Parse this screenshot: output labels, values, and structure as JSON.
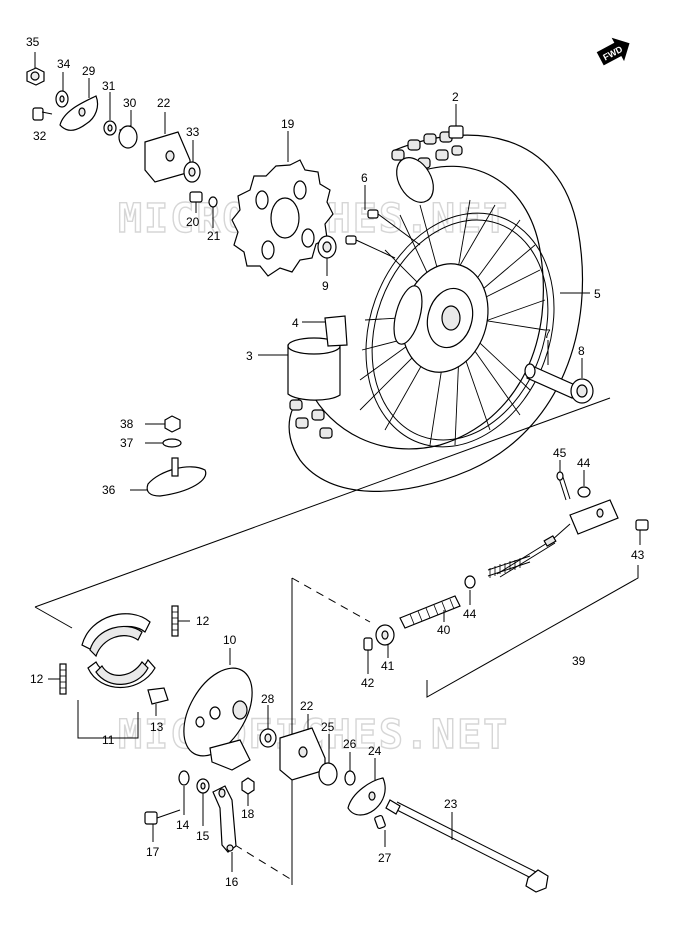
{
  "watermark": "MICROFICHES.NET",
  "fwd_badge": "FWD",
  "labels": {
    "p2": "2",
    "p3": "3",
    "p4": "4",
    "p5": "5",
    "p6": "6",
    "p7": "7",
    "p8": "8",
    "p9": "9",
    "p10": "10",
    "p11": "11",
    "p12a": "12",
    "p12b": "12",
    "p13": "13",
    "p14": "14",
    "p15": "15",
    "p16": "16",
    "p17": "17",
    "p18": "18",
    "p19": "19",
    "p20": "20",
    "p21": "21",
    "p22a": "22",
    "p22b": "22",
    "p23": "23",
    "p24": "24",
    "p25": "25",
    "p26": "26",
    "p27": "27",
    "p28": "28",
    "p29": "29",
    "p30": "30",
    "p31": "31",
    "p32": "32",
    "p33": "33",
    "p34": "34",
    "p35": "35",
    "p36": "36",
    "p37": "37",
    "p38": "38",
    "p39": "39",
    "p40": "40",
    "p41": "41",
    "p42": "42",
    "p43": "43",
    "p44a": "44",
    "p44b": "44",
    "p45": "45"
  }
}
